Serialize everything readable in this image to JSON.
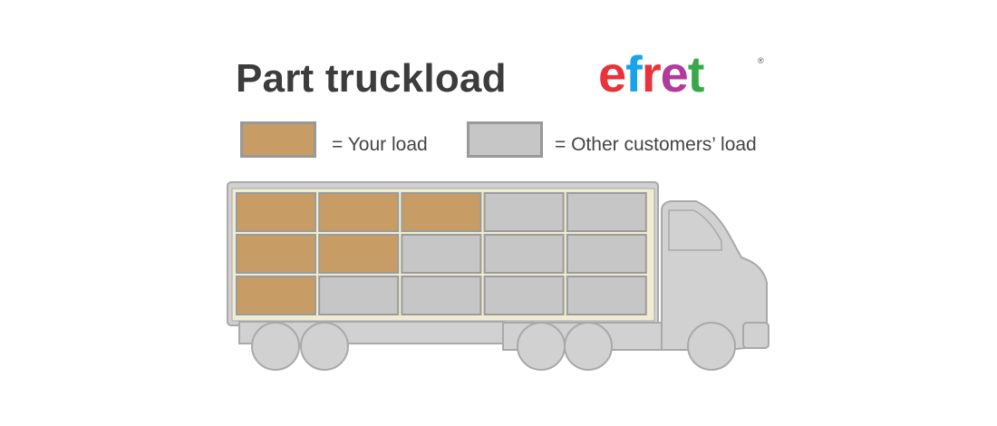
{
  "title": "Part truckload",
  "logo": {
    "letters": [
      {
        "char": "e",
        "color": "#e8333c"
      },
      {
        "char": "f",
        "color": "#1aa3e8"
      },
      {
        "char": "r",
        "color": "#e8333c"
      },
      {
        "char": "e",
        "color": "#b23a9b"
      },
      {
        "char": "t",
        "color": "#39a84a"
      }
    ],
    "registered_mark": "®"
  },
  "legend": {
    "your_load": {
      "label": "= Your load",
      "color": "#c89c65"
    },
    "other_load": {
      "label": "= Other customers’ load",
      "color": "#c6c6c6"
    }
  },
  "cargo": {
    "rows": 3,
    "cols": 5,
    "layout": [
      [
        "your",
        "your",
        "your",
        "other",
        "other"
      ],
      [
        "your",
        "your",
        "other",
        "other",
        "other"
      ],
      [
        "your",
        "other",
        "other",
        "other",
        "other"
      ]
    ]
  },
  "colors": {
    "truck_body": "#d1d1d1",
    "truck_outline": "#a9a9a9",
    "cargo_frame": "#f0ecd2",
    "box_border": "#9b9b9b",
    "title_text": "#3c3c3c"
  }
}
